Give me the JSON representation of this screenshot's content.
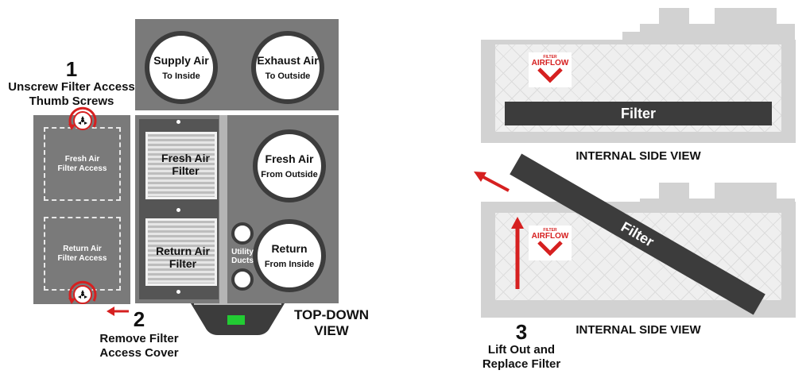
{
  "steps": {
    "step1": {
      "number": "1",
      "line1": "Unscrew Filter Access",
      "line2": "Thumb Screws"
    },
    "step2": {
      "number": "2",
      "line1": "Remove Filter",
      "line2": "Access Cover"
    },
    "step3": {
      "number": "3",
      "line1": "Lift Out and",
      "line2": "Replace Filter"
    }
  },
  "cover": {
    "fresh_line1": "Fresh Air",
    "fresh_line2": "Filter Access",
    "return_line1": "Return Air",
    "return_line2": "Filter Access"
  },
  "ports": {
    "supply": {
      "title": "Supply Air",
      "sub": "To Inside"
    },
    "exhaust": {
      "title": "Exhaust Air",
      "sub": "To Outside"
    },
    "fresh": {
      "title": "Fresh Air",
      "sub": "From Outside"
    },
    "return": {
      "title": "Return",
      "sub": "From Inside"
    }
  },
  "filters": {
    "fresh_line1": "Fresh Air",
    "fresh_line2": "Filter",
    "return_line1": "Return Air",
    "return_line2": "Filter"
  },
  "utility": {
    "line1": "Utility",
    "line2": "Ducts"
  },
  "top_view": {
    "line1": "TOP-DOWN",
    "line2": "VIEW"
  },
  "side_view": {
    "caption": "INTERNAL SIDE VIEW",
    "filter_label": "Filter",
    "airflow_small": "FILTER",
    "airflow_big": "AIRFLOW"
  },
  "colors": {
    "accent_red": "#d62020",
    "body_gray": "#7a7a7a",
    "dark_gray": "#3c3c3c",
    "status_green": "#22cc33"
  },
  "icons": [
    "rotate-arrow-icon",
    "left-arrow-icon",
    "up-arrow-icon",
    "diagonal-arrow-icon",
    "chevron-down-icon"
  ]
}
